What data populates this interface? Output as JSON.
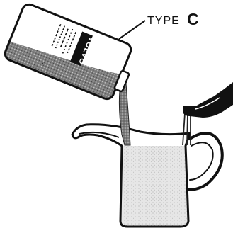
{
  "callout": {
    "type_text": "TYPE",
    "type_letter": "C"
  },
  "bottle": {
    "brand": "VOLVO"
  },
  "colors": {
    "ink": "#111111",
    "paper": "#ffffff",
    "jug_fill": "#dcdcdc",
    "liquid": "#8a8a8a"
  }
}
